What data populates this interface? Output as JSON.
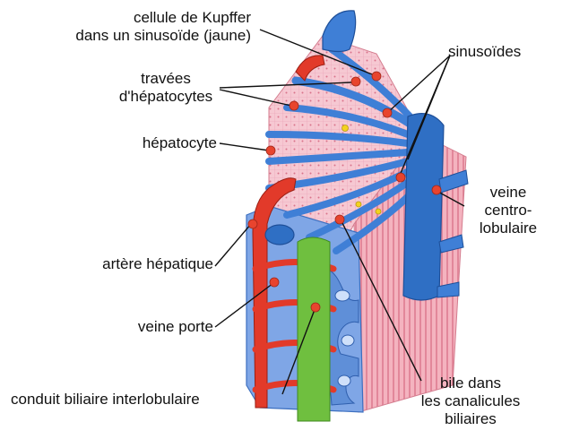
{
  "labels": {
    "kupffer": "cellule de Kupffer",
    "kupffer2": "dans un sinusoïde (jaune)",
    "travees": "travées",
    "travees2": "d'hépatocytes",
    "hepatocyte": "hépatocyte",
    "sinusoides": "sinusoïdes",
    "veine": "veine",
    "veine2": "centro-",
    "veine3": "lobulaire",
    "artere": "artère hépatique",
    "porte": "veine porte",
    "conduit": "conduit biliaire interlobulaire",
    "bile": "bile dans",
    "bile2": "les canalicules",
    "bile3": "biliaires"
  },
  "colors": {
    "portal_vein": "#3f7fd6",
    "artery": "#e23a2a",
    "bile_duct": "#6fbf3f",
    "hepatocyte": "#f2b7c4",
    "central_vein": "#2f6fc4",
    "sinusoid_fill": "#5d95e0",
    "pointer_dot": "#e8442e",
    "kupffer_cell": "#f4d21f"
  }
}
